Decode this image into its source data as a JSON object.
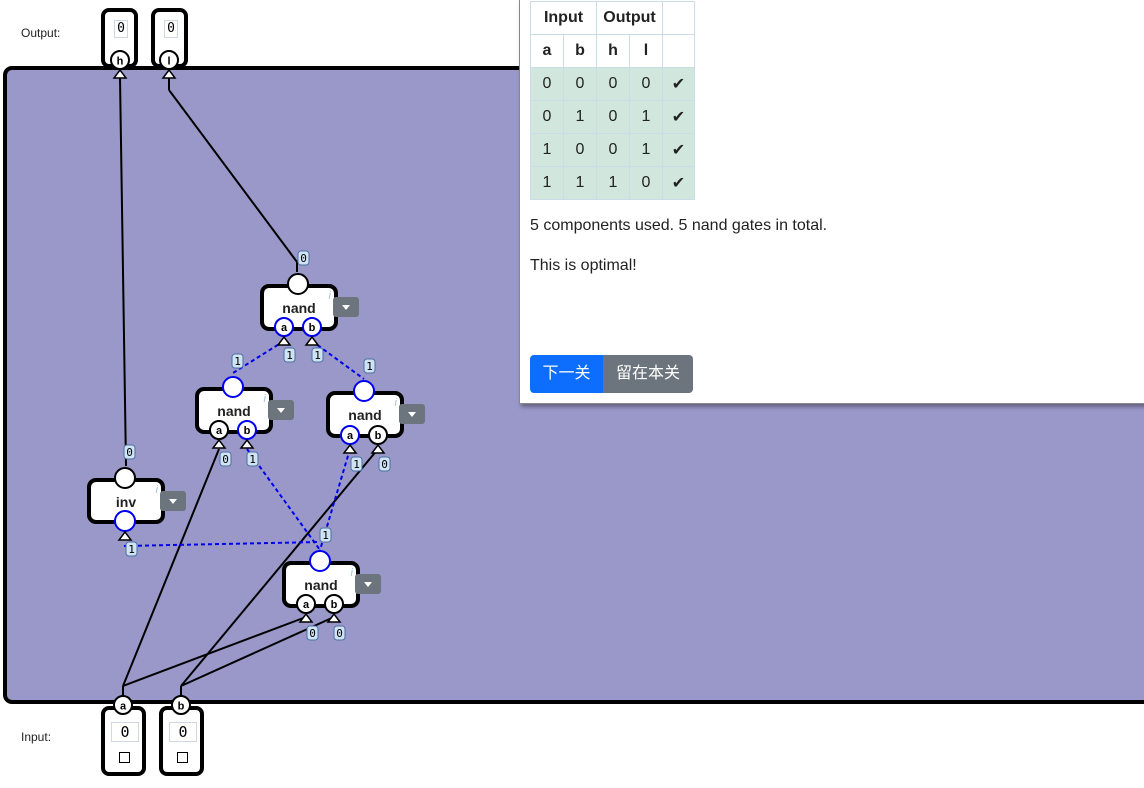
{
  "labels": {
    "output": "Output:",
    "input": "Input:"
  },
  "outputs": [
    {
      "pin": "h",
      "value": "0"
    },
    {
      "pin": "l",
      "value": "0"
    }
  ],
  "inputs": [
    {
      "pin": "a",
      "value": "0"
    },
    {
      "pin": "b",
      "value": "0"
    }
  ],
  "gates": [
    {
      "name": "nand",
      "pin_a": "a",
      "pin_b": "b"
    },
    {
      "name": "nand",
      "pin_a": "a",
      "pin_b": "b"
    },
    {
      "name": "nand",
      "pin_a": "a",
      "pin_b": "b"
    },
    {
      "name": "inv"
    },
    {
      "name": "nand",
      "pin_a": "a",
      "pin_b": "b"
    }
  ],
  "info_mark": "i",
  "wire_values": {
    "h_in": "0",
    "l_in": "0",
    "g1_a": "1",
    "g1_b": "1",
    "g2_out": "1",
    "g3_out": "1",
    "g2_a": "0",
    "g2_b": "1",
    "g3_a": "1",
    "g3_b": "0",
    "inv_out": "0",
    "inv_in": "1",
    "g5_out": "1",
    "g5_a": "0",
    "g5_b": "0"
  },
  "truth_table": {
    "group_headers": [
      "Input",
      "Output"
    ],
    "columns": [
      "a",
      "b",
      "h",
      "l"
    ],
    "rows": [
      [
        "0",
        "0",
        "0",
        "0",
        "✔"
      ],
      [
        "0",
        "1",
        "0",
        "1",
        "✔"
      ],
      [
        "1",
        "0",
        "0",
        "1",
        "✔"
      ],
      [
        "1",
        "1",
        "1",
        "0",
        "✔"
      ]
    ]
  },
  "summary": {
    "components": "5 components used. 5 nand gates in total.",
    "optimal": "This is optimal!"
  },
  "buttons": {
    "next": "下一关",
    "stay": "留在本关"
  },
  "colors": {
    "canvas": "#9a98c9",
    "wire_active": "#0000ee",
    "btn_primary": "#0d6efd",
    "btn_secondary": "#6c757d",
    "row_ok": "#d1e7dd"
  }
}
